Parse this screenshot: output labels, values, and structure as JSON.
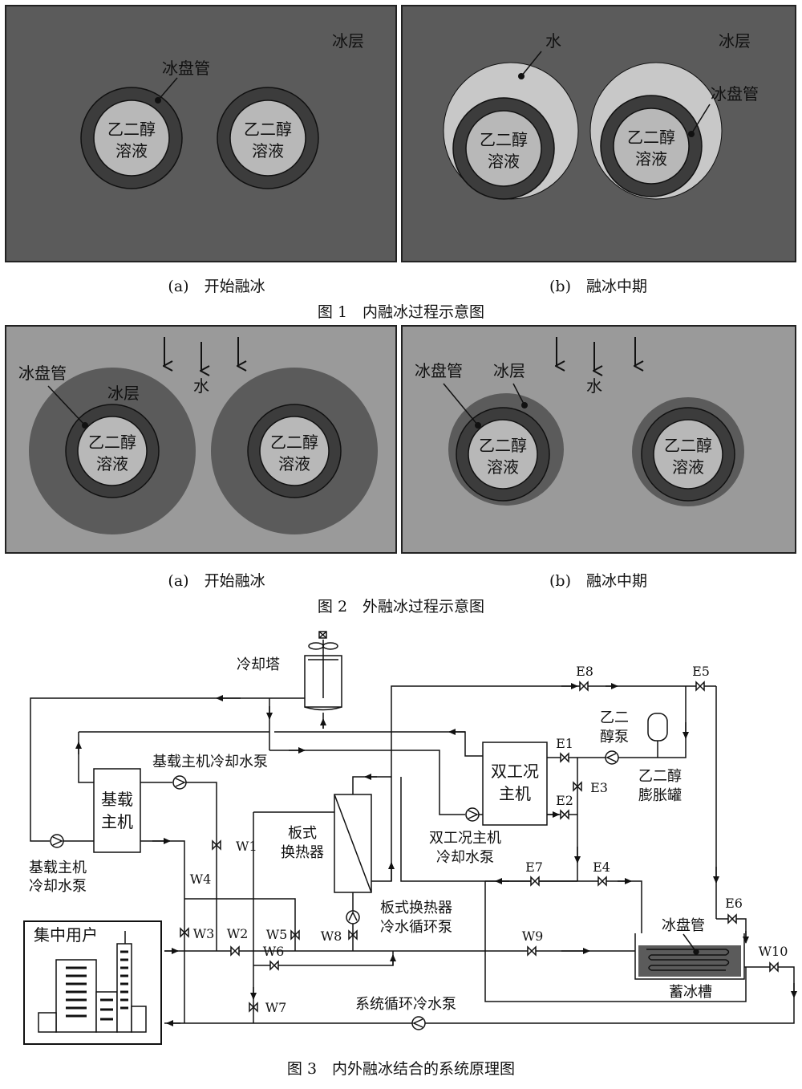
{
  "fig1": {
    "panel_a": {
      "ice_layer": "冰层",
      "ice_tube": "冰盘管",
      "glycol_line1": "乙二醇",
      "glycol_line2": "溶液"
    },
    "panel_b": {
      "water": "水",
      "ice_layer": "冰层",
      "ice_tube": "冰盘管",
      "glycol_line1": "乙二醇",
      "glycol_line2": "溶液"
    },
    "caption_a": "(a)　开始融冰",
    "caption_b": "(b)　融冰中期",
    "title": "图 1　内融冰过程示意图"
  },
  "fig2": {
    "panel_a": {
      "ice_tube": "冰盘管",
      "ice_layer": "冰层",
      "water": "水",
      "glycol_line1": "乙二醇",
      "glycol_line2": "溶液"
    },
    "panel_b": {
      "ice_tube": "冰盘管",
      "ice_layer": "冰层",
      "water": "水",
      "glycol_line1": "乙二醇",
      "glycol_line2": "溶液"
    },
    "caption_a": "(a)　开始融冰",
    "caption_b": "(b)　融冰中期",
    "title": "图 2　外融冰过程示意图"
  },
  "fig3": {
    "cooling_tower": "冷却塔",
    "base_chiller_line1": "基载",
    "base_chiller_line2": "主机",
    "base_pump_top": "基载主机冷却水泵",
    "base_pump_left_line1": "基载主机",
    "base_pump_left_line2": "冷却水泵",
    "dual_chiller_line1": "双工况",
    "dual_chiller_line2": "主机",
    "dual_pump_line1": "双工况主机",
    "dual_pump_line2": "冷却水泵",
    "glycol_pump_line1": "乙二",
    "glycol_pump_line2": "醇泵",
    "glycol_tank_line1": "乙二醇",
    "glycol_tank_line2": "膨胀罐",
    "plate_hx_line1": "板式",
    "plate_hx_line2": "换热器",
    "plate_pump_line1": "板式换热器",
    "plate_pump_line2": "冷水循环泵",
    "users": "集中用户",
    "ice_coil": "冰盘管",
    "ice_tank": "蓄冰槽",
    "system_pump": "系统循环冷水泵",
    "valves": [
      "E1",
      "E2",
      "E3",
      "E4",
      "E5",
      "E6",
      "E7",
      "E8",
      "W1",
      "W2",
      "W3",
      "W4",
      "W5",
      "W6",
      "W7",
      "W8",
      "W9",
      "W10"
    ],
    "title": "图 3　内外融冰结合的系统原理图"
  },
  "colors": {
    "ice_dark": "#5b5b5b",
    "water_mid": "#9a9a9a",
    "water_light": "#c8c8c8",
    "tube_ring": "#3f3f3f",
    "glycol_fill": "#b8b8b8",
    "line": "#111111"
  }
}
